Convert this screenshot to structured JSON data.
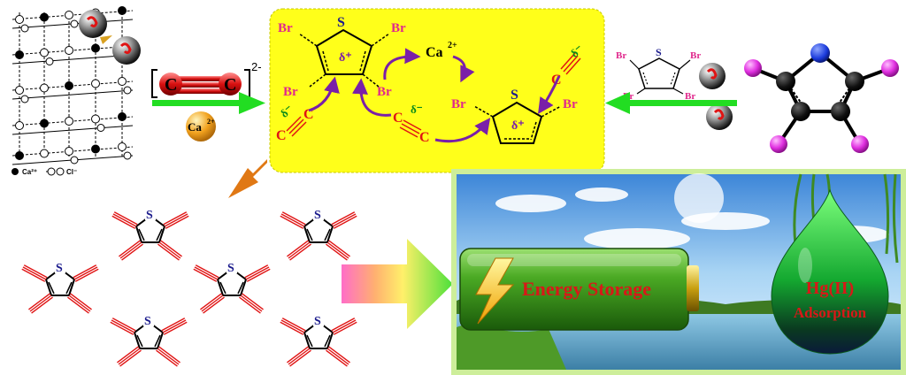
{
  "crystal": {
    "ca_legend": "Ca²⁺",
    "cl_legend": "Cl⁻"
  },
  "carbide": {
    "atom_left": "C",
    "atom_right": "C",
    "charge": "2-",
    "cation": "Ca"
  },
  "reaction_box": {
    "ring1": {
      "s": "S",
      "delta": "δ⁺",
      "br_tl": "Br",
      "br_tr": "Br",
      "br_bl": "Br",
      "br_br": "Br"
    },
    "cation": "Ca",
    "carbide_left": {
      "c1": "C",
      "c2": "C",
      "delta": "δ⁻"
    },
    "carbide_mid": {
      "c1": "C",
      "c2": "C",
      "delta": "δ⁻"
    },
    "carbide_right": {
      "c": "C",
      "delta": "δ⁻"
    },
    "ring2": {
      "s": "S",
      "delta": "δ⁺",
      "br_l": "Br",
      "br_r": "Br"
    }
  },
  "tetrabromothiophene": {
    "s": "S",
    "br": "Br"
  },
  "polymer": {
    "s": "S"
  },
  "panel": {
    "energy_label": "Energy Storage",
    "hg_label_1": "Hg(II)",
    "hg_label_2": "Adsorption"
  },
  "colors": {
    "reaction_box_bg": "#FFFF1A",
    "bromine": "#E0288C",
    "sulfur": "#1A1A8C",
    "carbon": "#E01414",
    "arrow_green": "#22DD22",
    "arrow_orange": "#E07814",
    "curved_arrow": "#7A1FA8",
    "delta_plus": "#7A1FA8",
    "delta_minus": "#0A8A1A",
    "alkyne": "#E01414",
    "battery_green": "#2E8A1A",
    "battery_text": "#D81818",
    "drop_green": "#14A830",
    "model_pink": "#E030E0",
    "model_blue": "#1A3ADB"
  }
}
